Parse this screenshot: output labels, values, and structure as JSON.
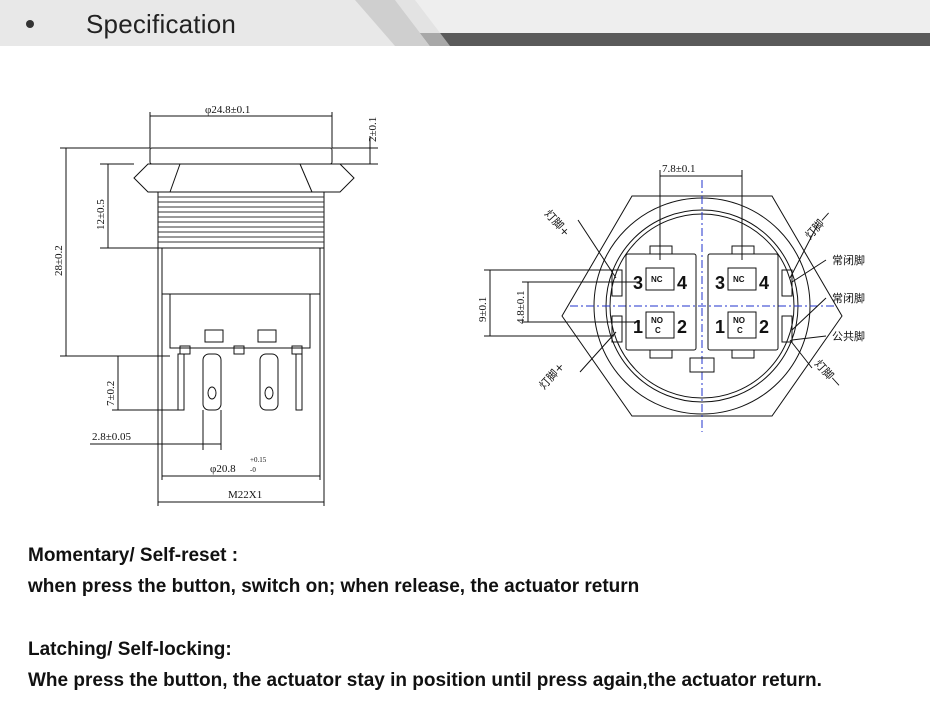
{
  "header": {
    "title": "Specification"
  },
  "side_view": {
    "dims": {
      "top_diameter": "φ24.8±0.1",
      "cap_height": "2±0.1",
      "thread_height": "12±0.5",
      "total_height": "28±0.2",
      "terminal_length": "7±0.2",
      "terminal_width": "2.8±0.05",
      "body_diameter": "φ20.8",
      "body_tol_upper": "+0.15",
      "body_tol_lower": "-0",
      "thread": "M22X1"
    }
  },
  "bottom_view": {
    "dims": {
      "pin_spacing_h": "7.8±0.1",
      "pin_spacing_v_outer": "9±0.1",
      "pin_spacing_v_inner": "4.8±0.1"
    },
    "labels": {
      "lamp_plus_top": "灯脚+",
      "lamp_minus_top": "灯脚一",
      "nc": "常闭脚",
      "no": "常闭脚",
      "common": "公共脚",
      "lamp_plus_bottom": "灯脚+",
      "lamp_minus_bottom": "灯脚一"
    },
    "pins": [
      "3",
      "4",
      "1",
      "2"
    ],
    "contact_labels": {
      "nc": "NC",
      "no": "NO",
      "c": "C"
    }
  },
  "notes": {
    "momentary_title": "Momentary/ Self-reset :",
    "momentary_desc": "when press the button, switch on; when release, the actuator return",
    "latching_title": "Latching/ Self-locking:",
    "latching_desc": "Whe press the button, the actuator stay in position until press again,the actuator return."
  },
  "colors": {
    "banner_dark": "#555555",
    "banner_light": "#e9e9e9",
    "center_line": "#2233cc"
  }
}
